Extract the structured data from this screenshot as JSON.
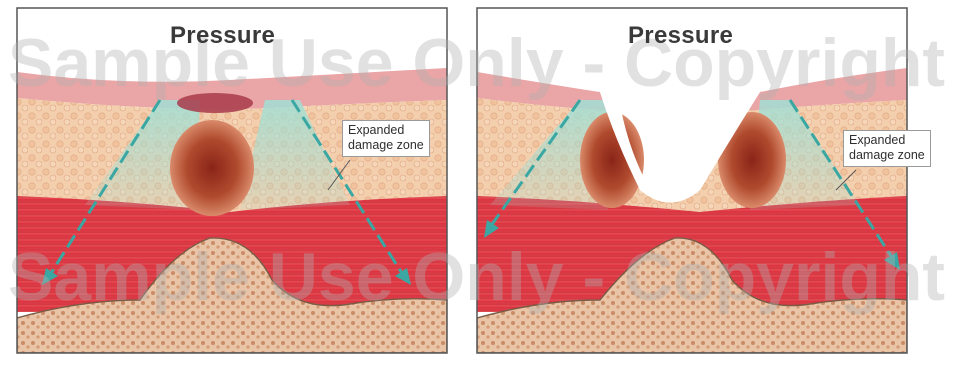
{
  "panels": [
    {
      "title": "Pressure",
      "callout": {
        "line1": "Expanded",
        "line2": "damage zone"
      }
    },
    {
      "title": "Pressure",
      "callout": {
        "line1": "Expanded",
        "line2": "damage zone"
      }
    }
  ],
  "watermark": {
    "line1": "Sample Use Only - Copyright",
    "line2": "Sample Use Only - Copyright"
  },
  "colors": {
    "epidermis": "#e9a9a8",
    "fat": "#f3cfae",
    "muscle": "#d8232f",
    "bone": "#e7c3a8",
    "damage_zone": "#8fd3c8",
    "arrow": "#3aa7a3",
    "frame": "#555555"
  }
}
